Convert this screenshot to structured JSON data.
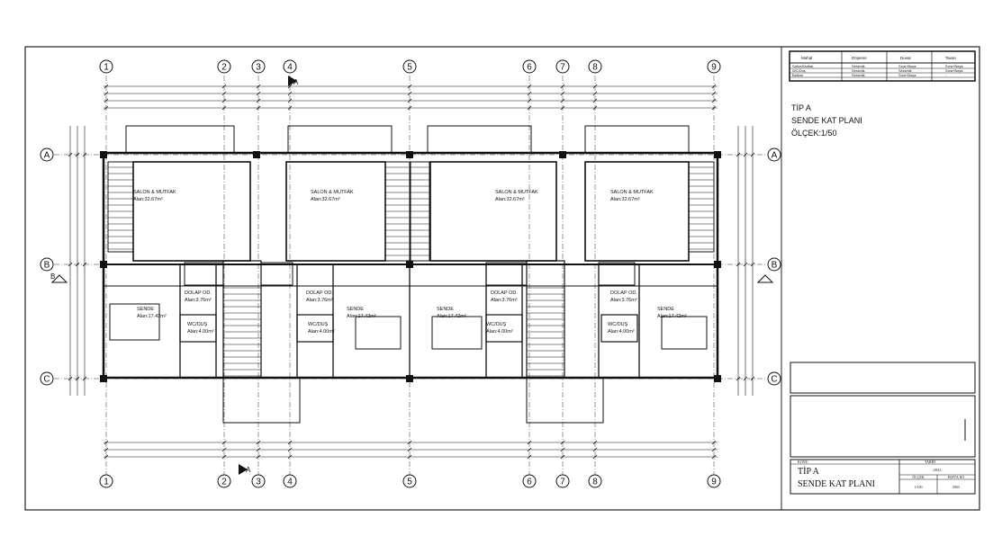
{
  "grid": {
    "columns": [
      "1",
      "2",
      "3",
      "4",
      "5",
      "6",
      "7",
      "8",
      "9"
    ],
    "rows": [
      "A",
      "B",
      "C"
    ],
    "section_marks": [
      "A",
      "B"
    ]
  },
  "rooms": [
    {
      "name": "SALON & MUTFAK",
      "area": "Alan:32.67m²"
    },
    {
      "name": "SALON & MUTFAK",
      "area": "Alan:32.67m²"
    },
    {
      "name": "SALON & MUTFAK",
      "area": "Alan:32.67m²"
    },
    {
      "name": "SALON & MUTFAK",
      "area": "Alan:32.67m²"
    },
    {
      "name": "DOLAP OD.",
      "area": "Alan:3.76m²"
    },
    {
      "name": "DOLAP OD.",
      "area": "Alan:3.76m²"
    },
    {
      "name": "DOLAP OD.",
      "area": "Alan:3.76m²"
    },
    {
      "name": "DOLAP OD.",
      "area": "Alan:3.76m²"
    },
    {
      "name": "SENDE",
      "area": "Alan:17.42m²"
    },
    {
      "name": "SENDE",
      "area": "Alan:17.42m²"
    },
    {
      "name": "SENDE",
      "area": "Alan:17.42m²"
    },
    {
      "name": "SENDE",
      "area": "Alan:17.42m²"
    },
    {
      "name": "WC/DUŞ",
      "area": "Alan:4.00m²"
    },
    {
      "name": "WC/DUŞ",
      "area": "Alan:4.00m²"
    },
    {
      "name": "WC/DUŞ",
      "area": "Alan:4.00m²"
    },
    {
      "name": "WC/DUŞ",
      "area": "Alan:4.00m²"
    }
  ],
  "finish_table": {
    "headers": [
      "Mahal",
      "Döşeme",
      "Duvar",
      "Tavan"
    ],
    "rows": [
      [
        "Salon/Mutfak",
        "Seramik",
        "Sıva+Boya",
        "Sıva+Boya"
      ],
      [
        "WC/Duş",
        "Seramik",
        "Seramik",
        "Sıva+Boya"
      ],
      [
        "Balkon",
        "Seramik",
        "Sıva+Boya",
        "-"
      ]
    ]
  },
  "drawing_title": {
    "line1": "TİP A",
    "line2": "SENDE KAT PLANI",
    "line3": "ÖLÇEK:1/50"
  },
  "title_block": {
    "subject_label": "KONU",
    "subject_line1": "TİP A",
    "subject_line2": "SENDE KAT PLANI",
    "date_label": "TARİH",
    "date": "2023",
    "scale_label": "ÖLÇEK",
    "scale": "1/100",
    "sheet_label": "PAFTA NO",
    "sheet": "M03"
  }
}
